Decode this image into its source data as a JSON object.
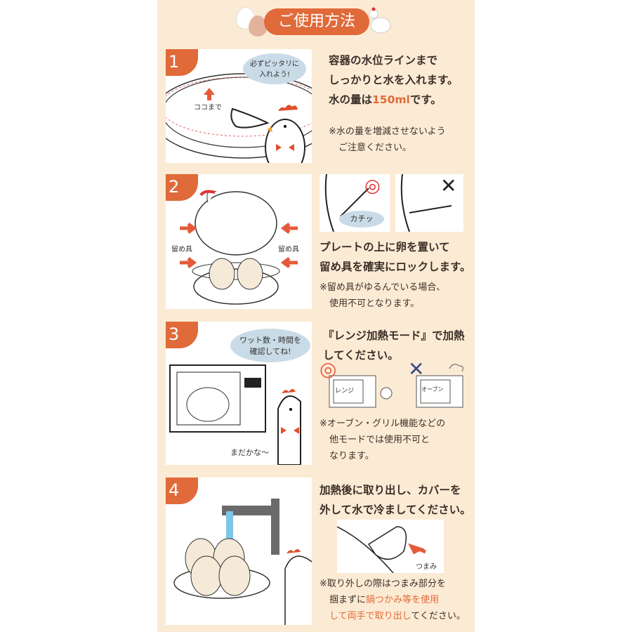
{
  "header": {
    "title": "ご使用方法"
  },
  "steps": [
    {
      "number": "1",
      "bubble": "必ずピッタリに\n入れよう!",
      "label": "ココまで",
      "lines": [
        "容器の水位ラインまで",
        "しっかりと水を入れます。"
      ],
      "line3_pre": "水の量は",
      "line3_hl": "150ml",
      "line3_post": "です。",
      "note": [
        "※水の量を増減させないよう",
        "ご注意ください。"
      ]
    },
    {
      "number": "2",
      "label_left": "留め具",
      "label_right": "留め具",
      "bubble": "カチッ",
      "ok_mark": "◎",
      "ng_mark": "✕",
      "lines": [
        "プレートの上に卵を置いて",
        "留め具を確実にロックします。"
      ],
      "note": [
        "※留め具がゆるんでいる場合、",
        "使用不可となります。"
      ]
    },
    {
      "number": "3",
      "bubble": "ワット数・時間を\n確認してね!",
      "chicken_says": "まだかな〜",
      "ok_mark": "◎",
      "ng_mark": "✕",
      "ok_screen": "レンジ",
      "ng_screen": "オーブン",
      "lines": [
        "『レンジ加熱モード』で加熱",
        "してください。"
      ],
      "note": [
        "※オーブン・グリル機能などの",
        "他モードでは使用不可と",
        "なります。"
      ]
    },
    {
      "number": "4",
      "label": "つまみ",
      "lines": [
        "加熱後に取り出し、カバーを",
        "外して水で冷ましてください。"
      ],
      "note1": "※取り外しの際はつまみ部分を",
      "note2_pre": "掴まずに",
      "note2_hl": "鍋つかみ等を使用",
      "note3_hl": "して両手で取り出し",
      "note3_post": "てください。"
    }
  ],
  "colors": {
    "accent": "#e06a3a",
    "background": "#fcebd4"
  }
}
